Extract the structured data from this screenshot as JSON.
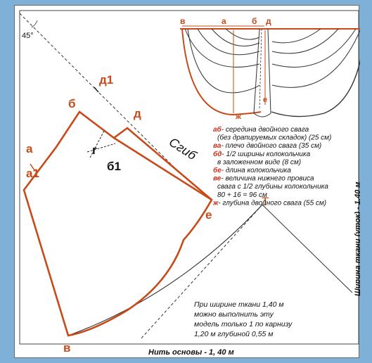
{
  "angle_label": "45°",
  "fold_label": "Сгиб",
  "point_labels": {
    "a": "а",
    "a1": "а1",
    "b": "б",
    "b1": "б1",
    "d1": "д1",
    "d": "д",
    "g": "г",
    "e": "е",
    "v": "в",
    "t": "Т"
  },
  "sketch_labels": {
    "v": "в",
    "a": "а",
    "b": "б",
    "d": "д",
    "e": "е",
    "zh": "ж"
  },
  "legend": [
    {
      "key": "аб",
      "text": "- середина двойного свага"
    },
    {
      "key": "",
      "text": "(без драпируемых складок) (25 см)"
    },
    {
      "key": "ва",
      "text": "- плечо двойного свага (35 см)"
    },
    {
      "key": "бд",
      "text": "- 1/2 ширины колокольчика"
    },
    {
      "key": "",
      "text": "в заложенном виде (8 см)"
    },
    {
      "key": "бе",
      "text": "- длина колокольчика"
    },
    {
      "key": "ве",
      "text": "- величина нижнего провиса"
    },
    {
      "key": "",
      "text": "свага с 1/2 глубины колокольчика"
    },
    {
      "key": "",
      "text": "80 + 16 = 96 см"
    },
    {
      "key": "ж",
      "text": "- глубина двойного свага (55 см)"
    }
  ],
  "note_lines": [
    "При ширине ткани 1,40 м",
    "можно выполнить эту",
    "модель только 1 по карнизу",
    "1,20 м глубиной 0,55 м"
  ],
  "side_label": "Ширина ткани (уток) - 1,40 м",
  "bottom_label": "Нить основы - 1, 40 м",
  "colors": {
    "outline": "#c84a18",
    "background": "#7fb0d8",
    "panel": "#ffffff"
  }
}
